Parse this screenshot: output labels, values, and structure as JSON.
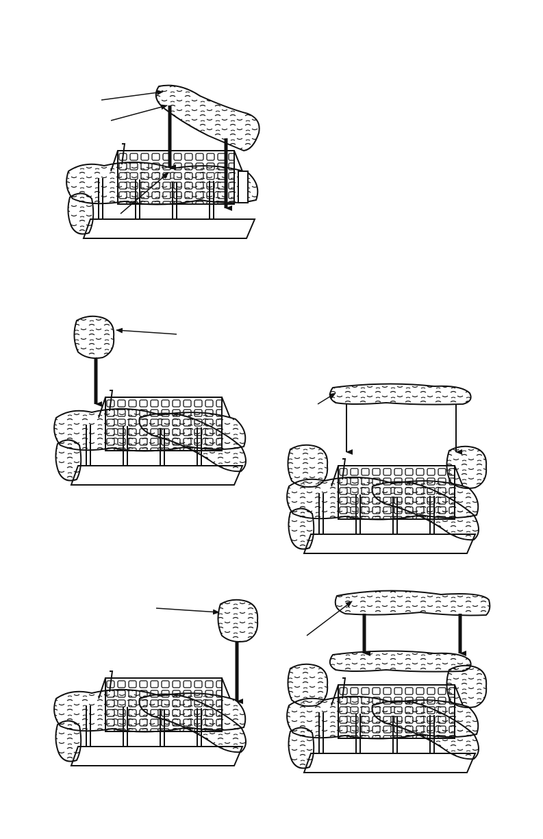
{
  "diagram": {
    "description_text": [],
    "colors": {
      "line": "#111111",
      "background": "#ffffff"
    },
    "panels": [
      {
        "id": "step-1",
        "part": "burner-grate-with-front-log",
        "added_log": "top-crossover-log",
        "arrows": 2,
        "leaders": 3
      },
      {
        "id": "step-2",
        "part": "left-rear-log",
        "added_log": "short-log-left",
        "arrows": 1,
        "leaders": 1
      },
      {
        "id": "step-3",
        "part": "right-rear-log",
        "added_log": "short-log-right",
        "arrows": 1,
        "leaders": 1
      },
      {
        "id": "step-4",
        "part": "rear-log",
        "added_log": "long-rear-log",
        "arrows": 2,
        "leaders": 1
      },
      {
        "id": "step-5",
        "part": "top-log",
        "added_log": "long-top-log",
        "arrows": 2,
        "leaders": 1
      }
    ]
  }
}
